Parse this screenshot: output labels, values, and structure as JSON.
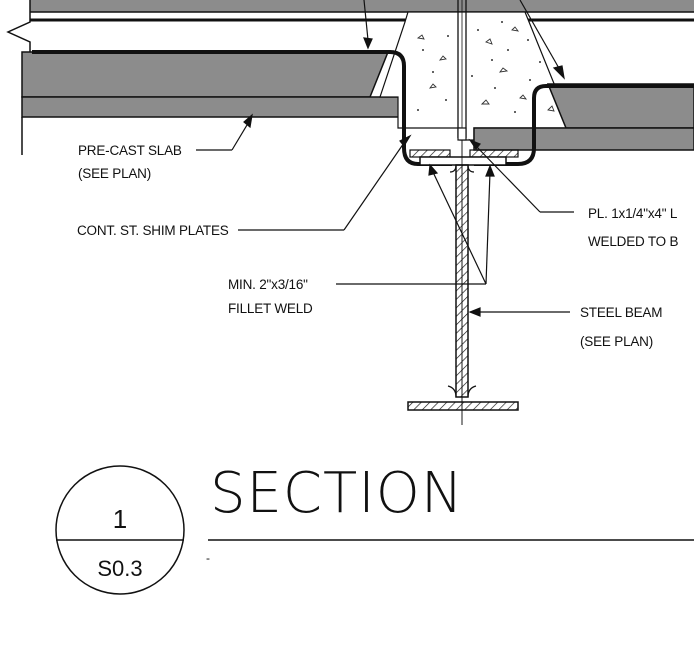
{
  "notes": {
    "precast_slab": [
      "PRE-CAST SLAB",
      "(SEE PLAN)"
    ],
    "shim_plates": [
      "CONT. ST. SHIM PLATES"
    ],
    "fillet_weld": [
      "MIN. 2\"x3/16\"",
      "FILLET WELD"
    ],
    "steel_beam": [
      "STEEL BEAM",
      "(SEE PLAN)"
    ],
    "plate": [
      "PL. 1x1/4\"x4\" L",
      "WELDED TO  B"
    ]
  },
  "title": {
    "text": "SECTION",
    "detail_number": "1",
    "sheet_number": "S0.3",
    "scale": "-"
  },
  "colors": {
    "slab_fill": "#8c8c8c",
    "line": "#111111",
    "background": "#ffffff"
  }
}
